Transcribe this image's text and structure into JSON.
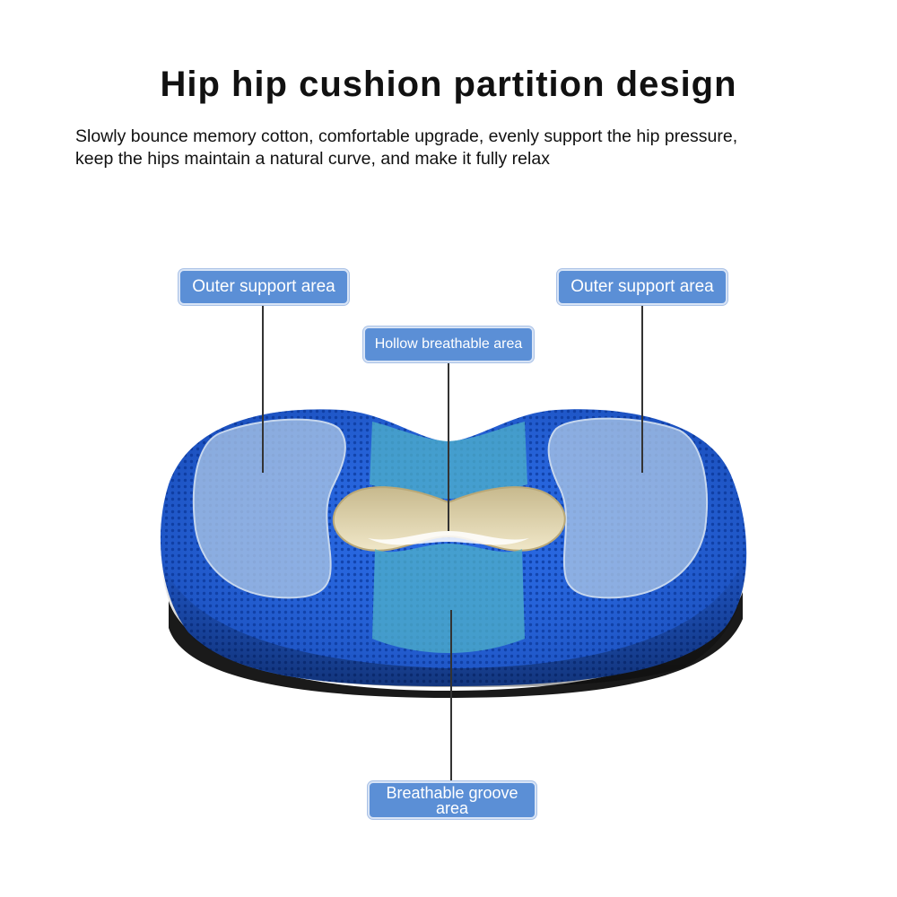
{
  "header": {
    "title": "Hip hip cushion partition design",
    "description_line1": "Slowly bounce memory cotton, comfortable upgrade, evenly support the hip pressure,",
    "description_line2": "keep the hips maintain a natural curve, and make it fully relax"
  },
  "labels": {
    "outer_left": "Outer support area",
    "outer_right": "Outer support area",
    "hollow": "Hollow breathable area",
    "groove": "Breathable groove area"
  },
  "colors": {
    "mesh_blue": "#1f5fd6",
    "zone_overlay": "#9bb8dc",
    "groove_overlay": "#4fa9c9",
    "label_fill": "#5b8fd6",
    "hole_beige": "#d8c9a0"
  }
}
